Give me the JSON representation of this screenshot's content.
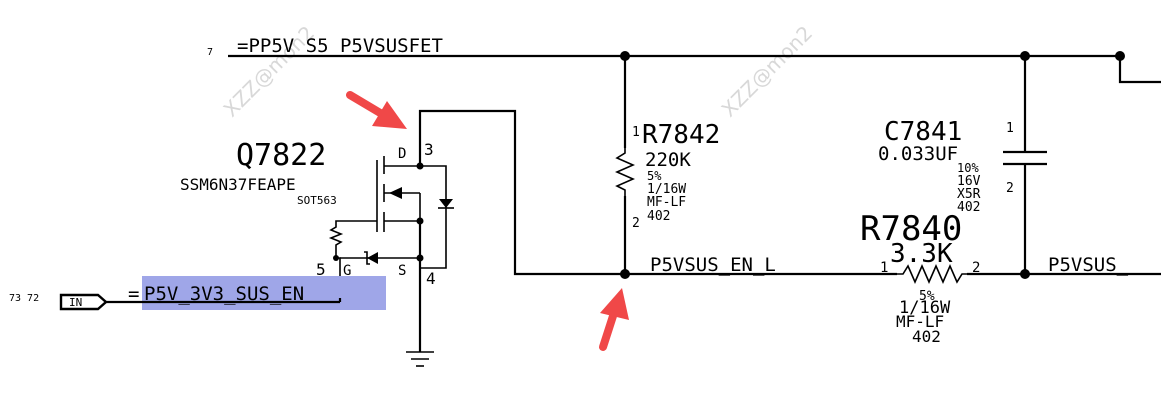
{
  "watermark": "XZZ@mon2",
  "colors": {
    "wire": "#000000",
    "net_highlight": "#9fa6e8",
    "arrow": "#f04848",
    "background": "#ffffff"
  },
  "nets": {
    "top_page_ref": "7",
    "top_net": "=PP5V_S5_P5VSUSFET",
    "en_l": "P5VSUS_EN_L",
    "right_net": "P5VSUS_",
    "in_page_refs": "73 72",
    "in_flag": "IN",
    "in_net_prefix": "=",
    "in_net": "P5V_3V3_SUS_EN"
  },
  "q7822": {
    "refdes": "Q7822",
    "part": "SSM6N37FEAPE",
    "package": "SOT563",
    "pin_d_label": "D",
    "pin_g_label": "G",
    "pin_s_label": "S",
    "pin_d": "3",
    "pin_g": "5",
    "pin_s": "4"
  },
  "r7842": {
    "pin1": "1",
    "refdes": "R7842",
    "value": "220K",
    "tol": "5%",
    "power": "1/16W",
    "type": "MF-LF",
    "pin2": "2",
    "size": "402"
  },
  "c7841": {
    "refdes": "C7841",
    "pin1": "1",
    "value": "0.033UF",
    "tol": "10%",
    "voltage": "16V",
    "dielectric": "X5R",
    "pin2": "2",
    "size": "402"
  },
  "r7840": {
    "refdes": "R7840",
    "value": "3.3K",
    "pin1": "1",
    "pin2": "2",
    "tol": "5%",
    "power": "1/16W",
    "type": "MF-LF",
    "size": "402"
  }
}
